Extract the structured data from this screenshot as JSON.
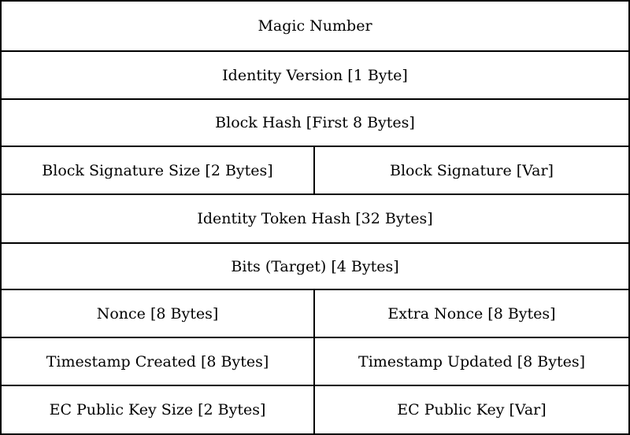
{
  "fields": {
    "magic_number": "Magic Number",
    "identity_version": "Identity Version [1 Byte]",
    "block_hash": "Block Hash [First 8 Bytes]",
    "block_signature_size": "Block Signature Size [2 Bytes]",
    "block_signature": "Block Signature [Var]",
    "identity_token_hash": "Identity Token Hash [32 Bytes]",
    "bits_target": "Bits (Target) [4 Bytes]",
    "nonce": "Nonce [8 Bytes]",
    "extra_nonce": "Extra Nonce [8 Bytes]",
    "timestamp_created": "Timestamp Created [8 Bytes]",
    "timestamp_updated": "Timestamp Updated [8 Bytes]",
    "ec_public_key_size": "EC Public Key Size [2 Bytes]",
    "ec_public_key": "EC Public Key [Var]"
  }
}
